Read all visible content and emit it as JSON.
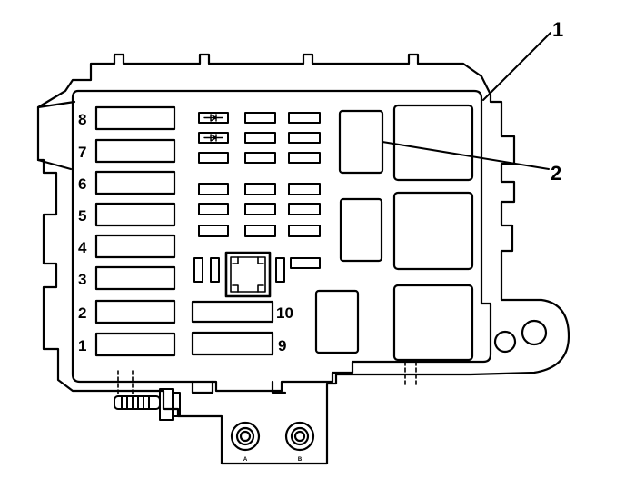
{
  "diagram": {
    "callouts": [
      {
        "id": "callout-1",
        "text": "1"
      },
      {
        "id": "callout-2",
        "text": "2"
      }
    ],
    "fuse_labels": [
      "8",
      "7",
      "6",
      "5",
      "4",
      "3",
      "2",
      "1"
    ],
    "long_fuse_labels": [
      "10",
      "9"
    ],
    "stud_labels": [
      "A",
      "B"
    ]
  }
}
